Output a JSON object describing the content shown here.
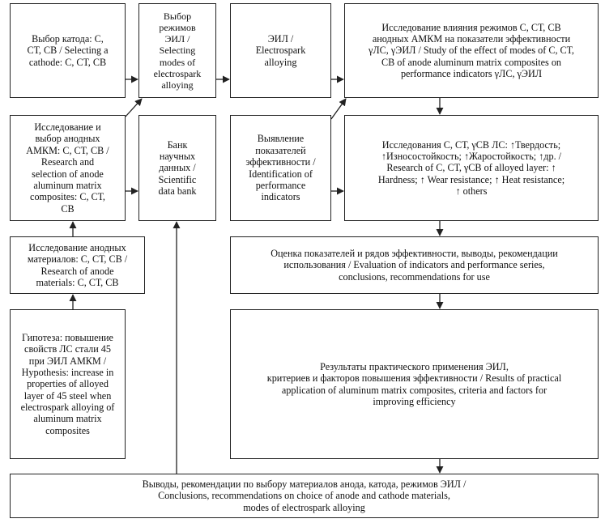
{
  "diagram": {
    "boxes": {
      "cathode": "Выбор катода: C,\nCТ, CВ / Selecting a\ncathode: C, CТ, CВ",
      "modes": "Выбор\nрежимов\nЭИЛ /\nSelecting\nmodes of\nelectrospark\nalloying",
      "eil": "ЭИЛ /\nElectrospark\nalloying",
      "study_effect": "Исследование влияния режимов C, CТ, CВ\nанодных АМКМ на показатели эффективности\nγЛС, γЭИЛ / Study of the effect of modes of  C, CТ,\nCВ of anode aluminum matrix composites on\nperformance indicators γЛС, γЭИЛ",
      "anode_research": "Исследование и\nвыбор анодных\nАМКМ: C, CТ, CВ /\nResearch and\nselection of anode\naluminum matrix\ncomposites: C, CТ,\nCВ",
      "data_bank": "Банк\nнаучных\nданных /\nScientific\ndata bank",
      "identification": "Выявление\nпоказателей\nэффективности /\nIdentification of\nperformance\nindicators",
      "layer_research": "Исследования C, CТ, γCВ ЛС: ↑Твердость;\n↑Износостойкость; ↑Жаростойкость; ↑др. /\nResearch of C, CТ, γCВ of alloyed layer: ↑\nHardness; ↑ Wear resistance; ↑ Heat resistance;\n↑ others",
      "anode_materials": "Исследование анодных\nматериалов: C, CТ, CВ /\nResearch of anode\nmaterials: C, CТ, CВ",
      "evaluation": "Оценка показателей и рядов эффективности, выводы, рекомендации\nиспользования / Evaluation of indicators and performance series,\nconclusions, recommendations for use",
      "hypothesis": "Гипотеза: повышение\nсвойств ЛС стали 45\nпри ЭИЛ АМКМ /\nHypothesis: increase in\nproperties of alloyed\nlayer of 45 steel when\nelectrospark alloying of\naluminum matrix\ncomposites",
      "results": "Результаты практического применения ЭИЛ,\nкритериев и факторов повышения эффективности / Results of practical\napplication of aluminum matrix composites, criteria and factors for\nimproving efficiency",
      "conclusions": "Выводы, рекомендации по выбору материалов анода, катода, режимов ЭИЛ /\nConclusions, recommendations on choice of anode and cathode materials,\nmodes of  electrospark alloying"
    },
    "line_color": "#222222"
  }
}
